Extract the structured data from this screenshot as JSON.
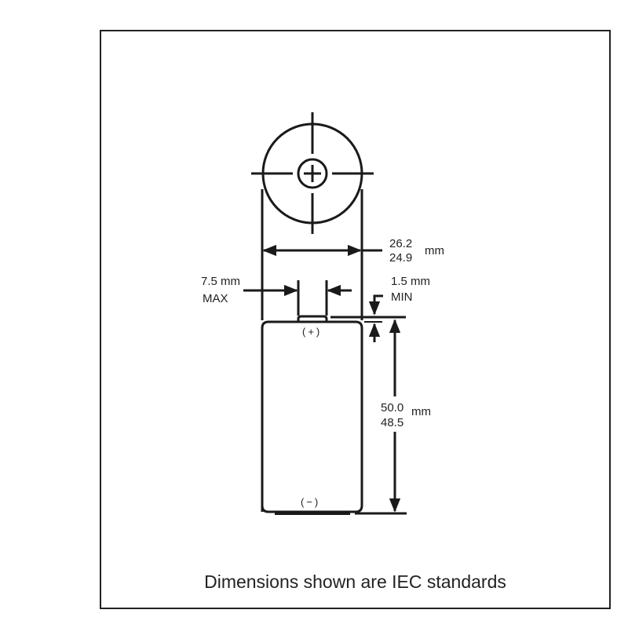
{
  "diagram": {
    "diameter": {
      "max": "26.2",
      "min": "24.9",
      "unit": "mm"
    },
    "terminal_width": {
      "value": "7.5 mm",
      "qualifier": "MAX"
    },
    "terminal_height": {
      "value": "1.5 mm",
      "qualifier": "MIN"
    },
    "height": {
      "max": "50.0",
      "min": "48.5",
      "unit": "mm"
    },
    "positive_label": "(+)",
    "negative_label": "(−)",
    "caption": "Dimensions shown are IEC standards"
  }
}
